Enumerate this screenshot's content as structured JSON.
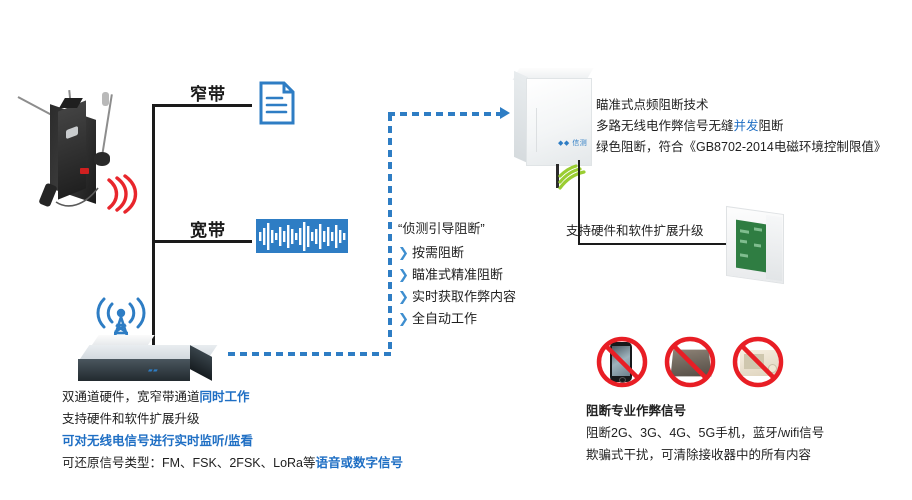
{
  "branches": {
    "narrowband_label": "窄带",
    "wideband_label": "宽带"
  },
  "icons": {
    "document": "document-icon",
    "waveform": "waveform-icon",
    "red_signal": "red-signal-waves-icon",
    "green_signal": "green-signal-waves-icon",
    "blue_tower": "antenna-tower-icon",
    "prohibit": "prohibition-icon"
  },
  "features": {
    "title": "“侦测引导阻断”",
    "chevron": "❯",
    "items": [
      "按需阻断",
      "瞄准式精准阻断",
      "实时获取作弊内容",
      "全自动工作"
    ]
  },
  "upgrade_label": {
    "text": "支持硬件和软件扩展升级"
  },
  "blocker_desc": {
    "line1": "瞄准式点频阻断技术",
    "line2_a": "多路无线电作弊信号无缝",
    "line2_hl": "并发",
    "line2_b": "阻断",
    "line3": "绿色阻断，符合《GB8702-2014电磁环境控制限值》"
  },
  "receiver_desc": {
    "line1_a": "双通道硬件，宽窄带通道",
    "line1_hl": "同时工作",
    "line2": "支持硬件和软件扩展升级",
    "line3_hl": "可对无线电信号进行实时监听/监看",
    "line4_a": "可还原信号类型：FM、FSK、2FSK、LoRa等",
    "line4_hl": "语音或数字信号"
  },
  "jammer_desc": {
    "line1": "阻断专业作弊信号",
    "line2": "阻断2G、3G、4G、5G手机，蓝牙/wifi信号",
    "line3": "欺骗式干扰，可清除接收器中的所有内容"
  },
  "colors": {
    "accent_blue": "#2E7DC4",
    "text_blue": "#1F6FC4",
    "signal_red": "#E8262C",
    "signal_green": "#9ACD32",
    "line_black": "#1A1A1A",
    "pcb_green": "#2F7D42"
  }
}
